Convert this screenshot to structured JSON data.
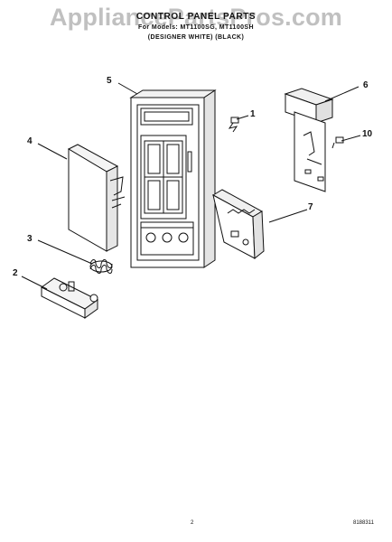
{
  "header": {
    "title": "CONTROL PANEL PARTS",
    "models": "For Models: MT1100SG, MT1100SH",
    "colors": "(DESIGNER WHITE)   (BLACK)"
  },
  "watermark": "AppliancePartsPros.com",
  "callouts": {
    "c1": "1",
    "c2": "2",
    "c3": "3",
    "c4": "4",
    "c5": "5",
    "c6": "6",
    "c7": "7",
    "c10": "10"
  },
  "footer": {
    "page_number": "2",
    "code": "8188311"
  }
}
